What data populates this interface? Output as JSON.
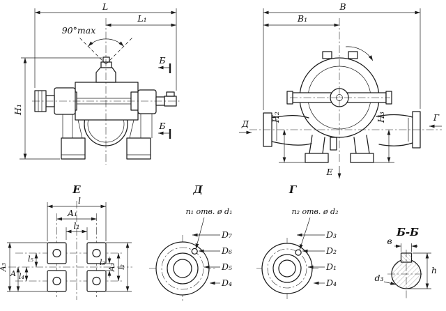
{
  "side_view": {
    "dim_L": "L",
    "dim_L1": "L₁",
    "angle_note": "90°max",
    "section_mark_top": "Б",
    "section_mark_bottom": "Б",
    "dim_H1": "H₁"
  },
  "end_view": {
    "dim_B": "B",
    "dim_B1": "B₁",
    "dim_H2": "H₂",
    "dim_H3": "H₃",
    "mark_D": "Д",
    "mark_G": "Г",
    "mark_E": "Е"
  },
  "foundation_view": {
    "title": "Е",
    "dim_l": "l",
    "dim_A1": "A₁",
    "dim_l1": "l₁",
    "dim_l3": "l₃",
    "dim_A2": "A₂",
    "dim_l2": "l₂",
    "dim_A3": "A₃",
    "dim_A": "A",
    "dim_l4": "l₄",
    "dim_l5": "l₅"
  },
  "suction_flange_view": {
    "title": "Д",
    "holes_note": "n₁ отв. ø d₁",
    "diameters": [
      "D₇",
      "D₆",
      "D₅",
      "D₄"
    ]
  },
  "discharge_flange_view": {
    "title": "Г",
    "holes_note": "n₂ отв. ø d₂",
    "diameters": [
      "D₃",
      "D₂",
      "D₁",
      "D₄"
    ]
  },
  "shaft_section_view": {
    "title": "Б-Б",
    "dim_width": "в",
    "dim_h": "h",
    "dim_d3": "d₃"
  }
}
